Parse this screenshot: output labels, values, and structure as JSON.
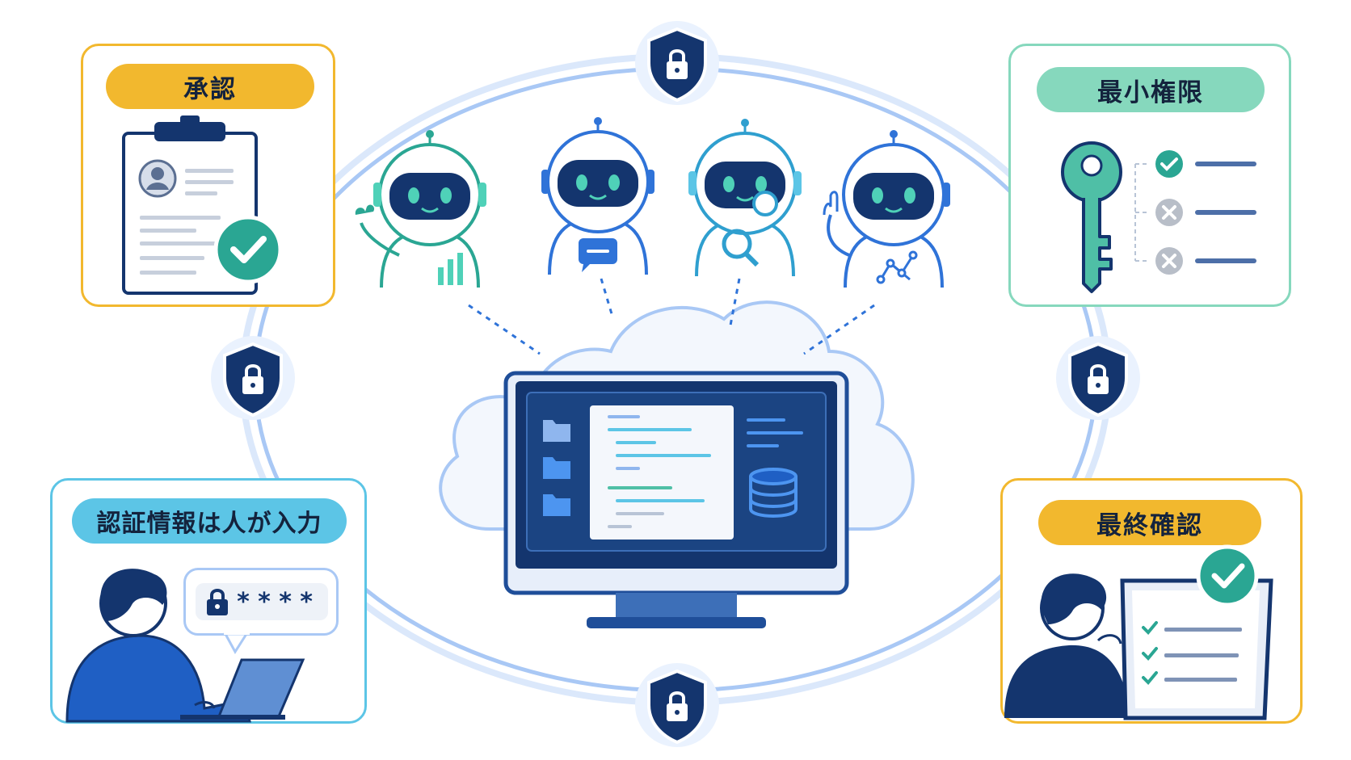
{
  "colors": {
    "navy": "#14356e",
    "blue": "#2f73d8",
    "teal": "#2aa693",
    "yellow": "#f2b82e",
    "mint": "#86d8bd",
    "cyan": "#5cc5e6",
    "ring": "#a9c8f5"
  },
  "panels": {
    "approval": {
      "label": "承認"
    },
    "least_privilege": {
      "label": "最小権限"
    },
    "credentials": {
      "label": "認証情報は人が入力",
      "password_mask": "****"
    },
    "final_check": {
      "label": "最終確認"
    }
  },
  "icons": {
    "shields": [
      "shield-lock-icon",
      "shield-lock-icon",
      "shield-lock-icon",
      "shield-lock-icon"
    ],
    "robots": [
      "robot-chart-icon",
      "robot-chat-icon",
      "robot-search-icon",
      "robot-network-icon"
    ],
    "center": [
      "cloud-icon",
      "monitor-icon",
      "database-icon",
      "folder-icon"
    ]
  }
}
